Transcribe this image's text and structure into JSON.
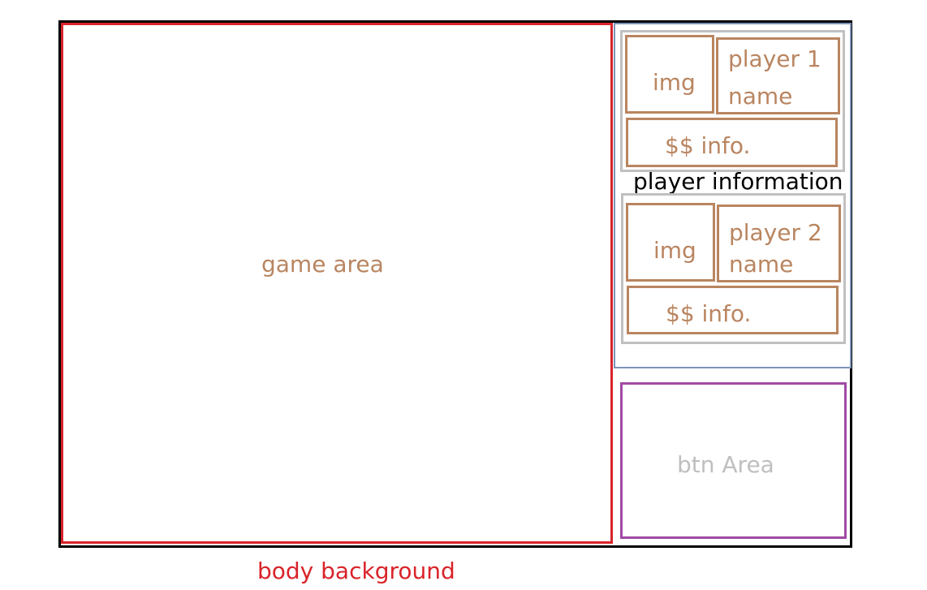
{
  "labels": {
    "game_area": "game area",
    "player_information": "player information",
    "btn_area": "btn Area",
    "body_background": "body background"
  },
  "players": [
    {
      "img": "img",
      "name_line1": "player 1",
      "name_line2": "name",
      "info": "$$ info."
    },
    {
      "img": "img",
      "name_line1": "player 2",
      "name_line2": "name",
      "info": "$$ info."
    }
  ],
  "colors": {
    "outer_border": "#000000",
    "game_area_border": "#d9232a",
    "player_info_border": "#7b93b8",
    "player_card_border": "#c0c0c0",
    "element_border": "#b98560",
    "btn_area_border": "#a14aa4",
    "element_text": "#b98560",
    "btn_area_text": "#bfbfbf",
    "body_background_text": "#d9232a"
  }
}
